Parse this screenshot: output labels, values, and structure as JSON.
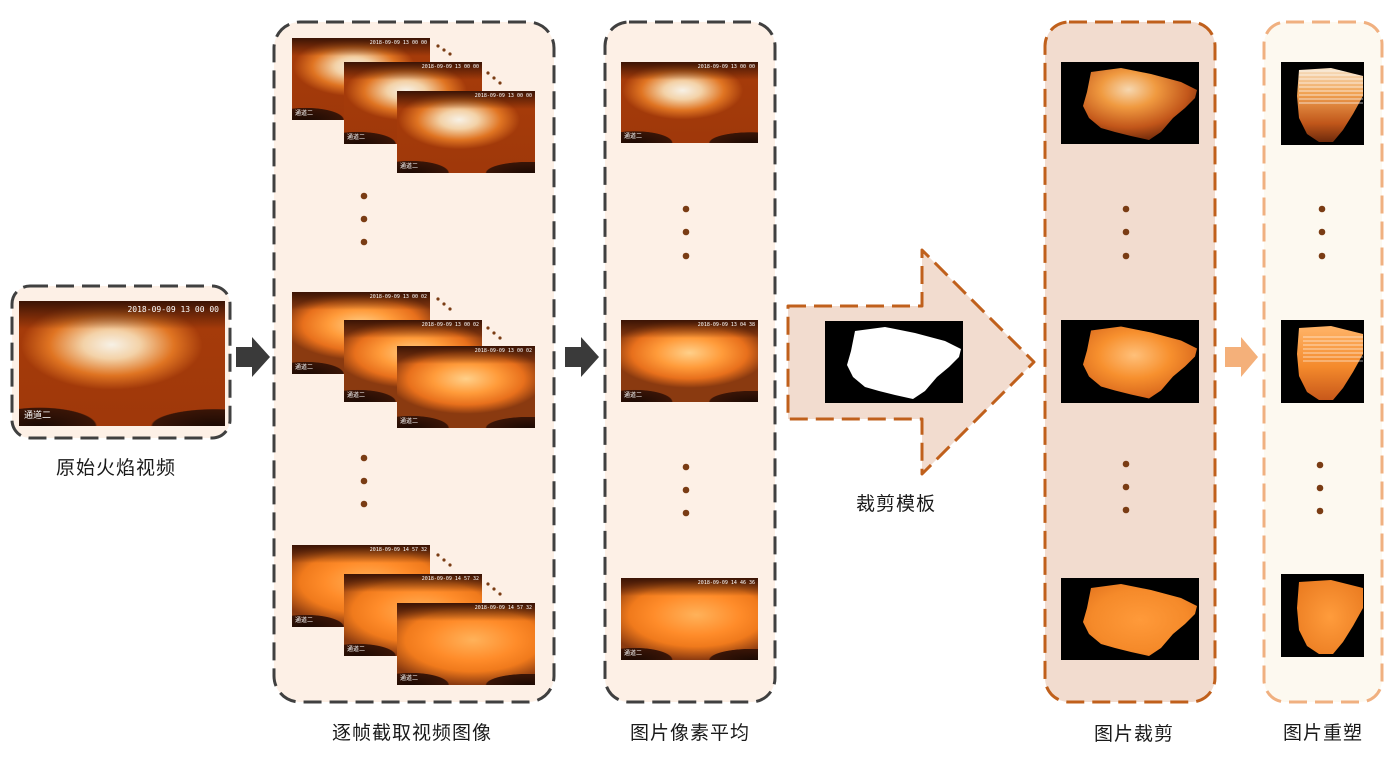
{
  "captions": {
    "original_video": "原始火焰视频",
    "frame_extraction": "逐帧截取视频图像",
    "pixel_average": "图片像素平均",
    "crop_template": "裁剪模板",
    "image_crop": "图片裁剪",
    "image_reshape": "图片重塑"
  },
  "frames": {
    "big": {
      "timestamp": "2018-09-09 13 00 00",
      "channel": "通道二"
    },
    "stack1": [
      {
        "timestamp": "2018-09-09 13 00 00",
        "channel": "通道二"
      },
      {
        "timestamp": "2018-09-09 13 00 00",
        "channel": "通道二"
      },
      {
        "timestamp": "2018-09-09 13 00 00",
        "channel": "通道二"
      }
    ],
    "stack2": [
      {
        "timestamp": "2018-09-09 13 00 02",
        "channel": "通道二"
      },
      {
        "timestamp": "2018-09-09 13 00 02",
        "channel": "通道二"
      },
      {
        "timestamp": "2018-09-09 13 00 02",
        "channel": "通道二"
      }
    ],
    "stack3": [
      {
        "timestamp": "2018-09-09 14 57 32",
        "channel": "通道二"
      },
      {
        "timestamp": "2018-09-09 14 57 32",
        "channel": "通道二"
      },
      {
        "timestamp": "2018-09-09 14 57 32",
        "channel": "通道二"
      }
    ],
    "averaged": [
      {
        "timestamp": "2018-09-09 13 00 00",
        "channel": "通道二"
      },
      {
        "timestamp": "2018-09-09 13 04 38",
        "channel": "通道二"
      },
      {
        "timestamp": "2018-09-09 14 46 36",
        "channel": "通道二"
      }
    ]
  },
  "colors": {
    "panel_light": "#fdf0e6",
    "panel_medium": "#f2dccf",
    "panel_pale": "#fdf9f0",
    "dash_dark": "#404040",
    "dash_orange": "#c0601c",
    "dash_light_orange": "#f0b080",
    "dot": "#7a3c14",
    "arrow_dark": "#3a3a3a",
    "arrow_light": "#f4b07a"
  }
}
